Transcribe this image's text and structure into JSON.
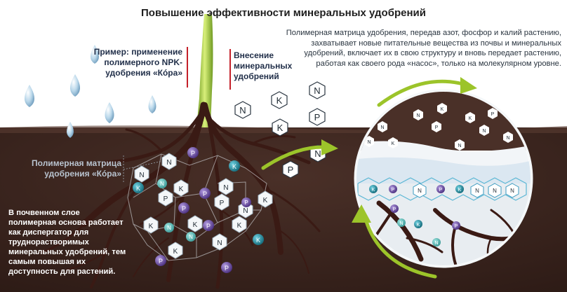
{
  "title": "Повышение эффективности минеральных удобрений",
  "description": "Полимерная матрица удобрения, передав азот, фосфор и калий растению, захватывает новые питательные вещества из почвы и минеральных удобрений, включает их в свою структуру и вновь передает растению, работая как своего рода «насос», только на молекулярном уровне.",
  "example_label": "Пример: применение полимерного NPK-удобрения «Кóра»",
  "fertilizer_label": "Внесение минеральных удобрений",
  "matrix_label": "Полимерная матрица удобрения «Кóра»",
  "soil_text": "В почвенном слое полимерная основа работает как диспергатор для труднорастворимых минеральных удобрений, тем самым повышая их доступность для растений.",
  "nutrients": {
    "nitrogen": "N",
    "phosphorus": "P",
    "potassium": "K"
  },
  "colors": {
    "soil": "#3d2620",
    "root": "#3a1a14",
    "stem": "#a3c93a",
    "arrow": "#9cc42a",
    "label_accent": "#c4202a",
    "k_ion": "#1f8fa0",
    "p_ion": "#6a4c9c"
  }
}
